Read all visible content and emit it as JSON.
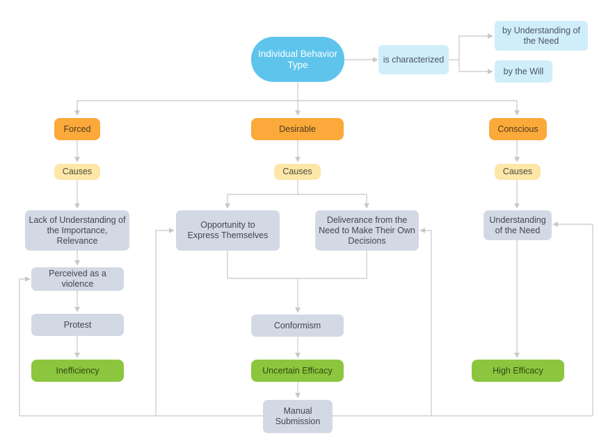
{
  "colors": {
    "root": "#5ec4ec",
    "characterization": "#cfeef9",
    "behavior_type": "#fba93a",
    "causes": "#fde6a6",
    "process": "#d3d9e4",
    "outcome": "#8cc63f",
    "connector": "#c8c8c8"
  },
  "nodes": {
    "root": "Individual Behavior Type",
    "characterized": "is characterized",
    "by_understanding": "by Understanding of the Need",
    "by_will": "by the Will",
    "forced": "Forced",
    "desirable": "Desirable",
    "conscious": "Conscious",
    "causes_forced": "Causes",
    "causes_desirable": "Causes",
    "causes_conscious": "Causes",
    "lack_understanding": "Lack of Understanding of the Importance, Relevance",
    "opportunity": "Opportunity to Express Themselves",
    "deliverance": "Deliverance from the Need to Make Their Own Decisions",
    "understanding_need": "Understanding of the Need",
    "perceived_violence": "Perceived as a violence",
    "protest": "Protest",
    "conformism": "Conformism",
    "inefficiency": "Inefficiency",
    "uncertain_efficacy": "Uncertain Efficacy",
    "high_efficacy": "High Efficacy",
    "manual_submission": "Manual Submission"
  }
}
